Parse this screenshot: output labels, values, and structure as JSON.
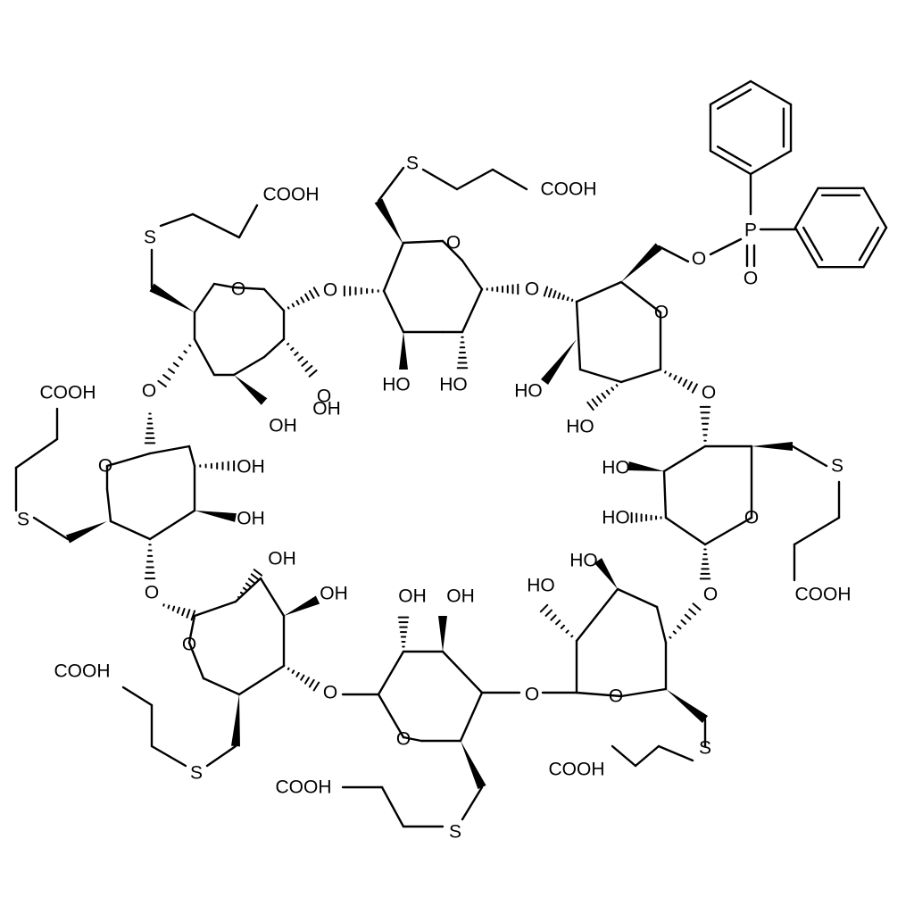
{
  "labels": {
    "cooh": "COOH",
    "coohShort": "COOH",
    "oh": "OH",
    "ho": "HO",
    "o": "O",
    "s": "S",
    "p": "P"
  },
  "colors": {
    "ink": "#000000",
    "background": "#ffffff"
  }
}
